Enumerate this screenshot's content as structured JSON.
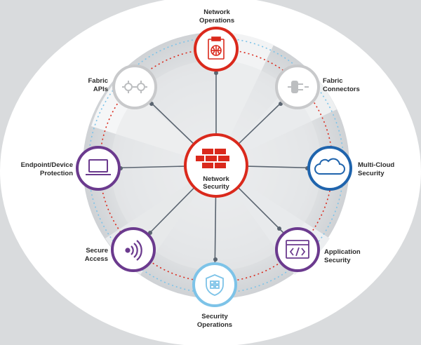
{
  "diagram": {
    "center": {
      "label": "Network\nSecurity",
      "icon": "firewall-icon",
      "color": "#da291c"
    },
    "nodes": [
      {
        "id": "network-operations",
        "label": "Network\nOperations",
        "icon": "clipboard-globe-icon",
        "color": "#da291c"
      },
      {
        "id": "fabric-connectors",
        "label": "Fabric\nConnectors",
        "icon": "plug-icon",
        "color": "#c8c9cb"
      },
      {
        "id": "multi-cloud-security",
        "label": "Multi-Cloud\nSecurity",
        "icon": "cloud-icon",
        "color": "#1f64ad"
      },
      {
        "id": "application-security",
        "label": "Application\nSecurity",
        "icon": "code-window-icon",
        "color": "#6b3a8e"
      },
      {
        "id": "security-operations",
        "label": "Security\nOperations",
        "icon": "shield-icon",
        "color": "#7dc3e8"
      },
      {
        "id": "secure-access",
        "label": "Secure\nAccess",
        "icon": "wireless-icon",
        "color": "#6b3a8e"
      },
      {
        "id": "endpoint-device-protection",
        "label": "Endpoint/Device\nProtection",
        "icon": "laptop-icon",
        "color": "#6b3a8e"
      },
      {
        "id": "fabric-apis",
        "label": "Fabric\nAPIs",
        "icon": "gears-icon",
        "color": "#c8c9cb"
      }
    ],
    "colors": {
      "red": "#da291c",
      "purple": "#6b3a8e",
      "blue": "#1f64ad",
      "light_blue": "#7dc3e8",
      "gray": "#c8c9cb",
      "spoke": "#5a6470"
    }
  }
}
